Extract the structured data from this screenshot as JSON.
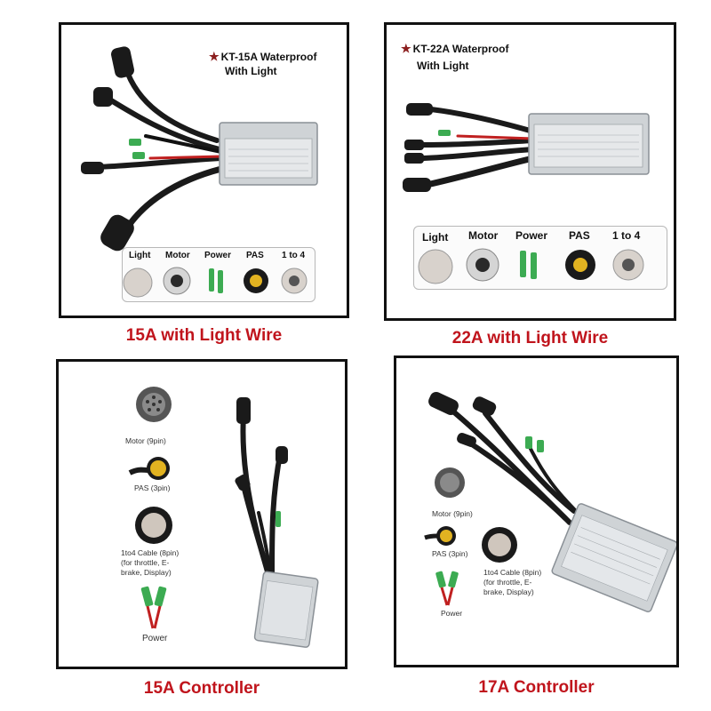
{
  "panels": [
    {
      "id": "kt15a",
      "title_line1": "KT-15A Waterproof",
      "title_line2": "With Light",
      "connectors": [
        "Light",
        "Motor",
        "Power",
        "PAS",
        "1 to 4"
      ],
      "caption": "15A with Light Wire"
    },
    {
      "id": "kt22a",
      "title_line1": "KT-22A Waterproof",
      "title_line2": "With Light",
      "connectors": [
        "Light",
        "Motor",
        "Power",
        "PAS",
        "1 to 4"
      ],
      "caption": "22A with Light Wire"
    },
    {
      "id": "c15a",
      "labels": {
        "motor": "Motor (9pin)",
        "pas": "PAS (3pin)",
        "cable_1": "1to4 Cable (8pin)",
        "cable_2": "(for throttle, E-",
        "cable_3": "brake, Display)",
        "power": "Power"
      },
      "caption": "15A Controller"
    },
    {
      "id": "c17a",
      "labels": {
        "motor": "Motor (9pin)",
        "pas": "PAS (3pin)",
        "cable_1": "1to4 Cable (8pin)",
        "cable_2": "(for throttle, E-",
        "cable_3": "brake, Display)",
        "power": "Power"
      },
      "caption": "17A Controller"
    }
  ],
  "colors": {
    "caption": "#c0141c",
    "border": "#111111",
    "star": "#8b1e1e"
  },
  "icons": [
    "star-icon"
  ]
}
